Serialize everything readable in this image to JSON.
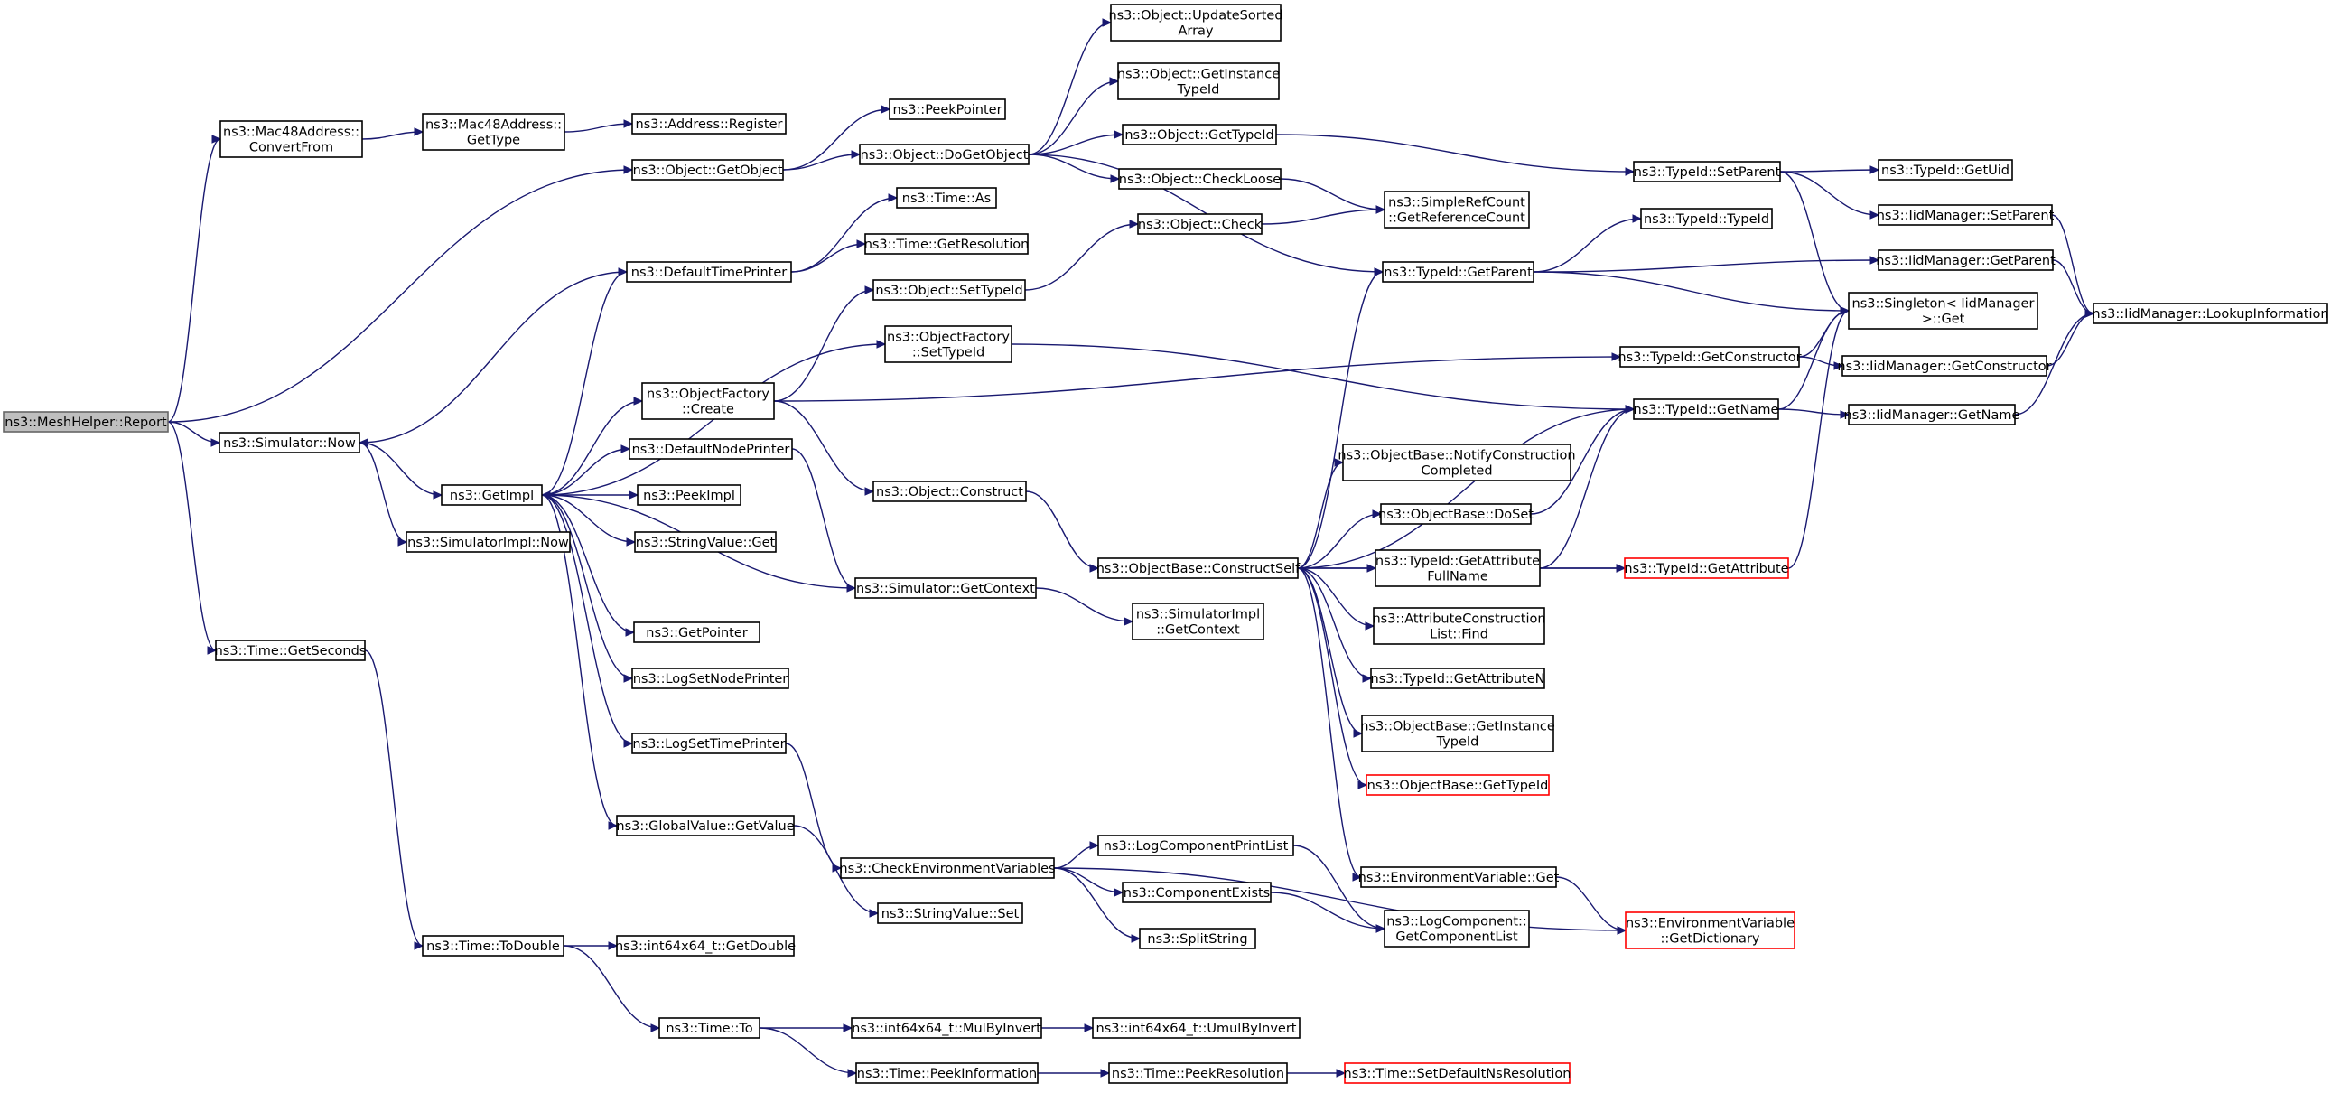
{
  "colors": {
    "edge": "#191970",
    "node_border": "#000000",
    "root_fill": "#bfbfbf",
    "root_border": "#666666",
    "missing_border": "#ff0000"
  },
  "nodes": [
    {
      "id": "report",
      "lines": [
        "ns3::MeshHelper::Report"
      ],
      "kind": "root"
    },
    {
      "id": "convertFrom",
      "lines": [
        "ns3::Mac48Address::",
        "ConvertFrom"
      ]
    },
    {
      "id": "mac48GetType",
      "lines": [
        "ns3::Mac48Address::",
        "GetType"
      ]
    },
    {
      "id": "addrRegister",
      "lines": [
        "ns3::Address::Register"
      ]
    },
    {
      "id": "getObject",
      "lines": [
        "ns3::Object::GetObject"
      ]
    },
    {
      "id": "peekPointer",
      "lines": [
        "ns3::PeekPointer"
      ]
    },
    {
      "id": "doGetObject",
      "lines": [
        "ns3::Object::DoGetObject"
      ]
    },
    {
      "id": "updateSorted",
      "lines": [
        "ns3::Object::UpdateSorted",
        "Array"
      ]
    },
    {
      "id": "objGetInstance",
      "lines": [
        "ns3::Object::GetInstance",
        "TypeId"
      ]
    },
    {
      "id": "objGetTypeId",
      "lines": [
        "ns3::Object::GetTypeId"
      ]
    },
    {
      "id": "checkLoose",
      "lines": [
        "ns3::Object::CheckLoose"
      ]
    },
    {
      "id": "simpleRef",
      "lines": [
        "ns3::SimpleRefCount",
        "::GetReferenceCount"
      ]
    },
    {
      "id": "objCheck",
      "lines": [
        "ns3::Object::Check"
      ]
    },
    {
      "id": "tidSetParent",
      "lines": [
        "ns3::TypeId::SetParent"
      ]
    },
    {
      "id": "tidGetUid",
      "lines": [
        "ns3::TypeId::GetUid"
      ]
    },
    {
      "id": "iidSetParent",
      "lines": [
        "ns3::IidManager::SetParent"
      ]
    },
    {
      "id": "tidTypeId",
      "lines": [
        "ns3::TypeId::TypeId"
      ]
    },
    {
      "id": "tidGetParent",
      "lines": [
        "ns3::TypeId::GetParent"
      ]
    },
    {
      "id": "iidGetParent",
      "lines": [
        "ns3::IidManager::GetParent"
      ]
    },
    {
      "id": "singletonGet",
      "lines": [
        "ns3::Singleton< IidManager",
        ">::Get"
      ]
    },
    {
      "id": "iidLookup",
      "lines": [
        "ns3::IidManager::LookupInformation"
      ]
    },
    {
      "id": "timeAs",
      "lines": [
        "ns3::Time::As"
      ]
    },
    {
      "id": "defaultTimePrinter",
      "lines": [
        "ns3::DefaultTimePrinter"
      ]
    },
    {
      "id": "timeGetResolution",
      "lines": [
        "ns3::Time::GetResolution"
      ]
    },
    {
      "id": "objSetTypeId",
      "lines": [
        "ns3::Object::SetTypeId"
      ]
    },
    {
      "id": "ofSetTypeId",
      "lines": [
        "ns3::ObjectFactory",
        "::SetTypeId"
      ]
    },
    {
      "id": "tidGetConstructor",
      "lines": [
        "ns3::TypeId::GetConstructor"
      ]
    },
    {
      "id": "iidGetConstructor",
      "lines": [
        "ns3::IidManager::GetConstructor"
      ]
    },
    {
      "id": "ofCreate",
      "lines": [
        "ns3::ObjectFactory",
        "::Create"
      ]
    },
    {
      "id": "tidGetName",
      "lines": [
        "ns3::TypeId::GetName"
      ]
    },
    {
      "id": "iidGetName",
      "lines": [
        "ns3::IidManager::GetName"
      ]
    },
    {
      "id": "simNow",
      "lines": [
        "ns3::Simulator::Now"
      ]
    },
    {
      "id": "defaultNodePrinter",
      "lines": [
        "ns3::DefaultNodePrinter"
      ]
    },
    {
      "id": "getImpl",
      "lines": [
        "ns3::GetImpl"
      ]
    },
    {
      "id": "peekImpl",
      "lines": [
        "ns3::PeekImpl"
      ]
    },
    {
      "id": "objConstruct",
      "lines": [
        "ns3::Object::Construct"
      ]
    },
    {
      "id": "obNotify",
      "lines": [
        "ns3::ObjectBase::NotifyConstruction",
        "Completed"
      ]
    },
    {
      "id": "simImplNow",
      "lines": [
        "ns3::SimulatorImpl::Now"
      ]
    },
    {
      "id": "stringValueGet",
      "lines": [
        "ns3::StringValue::Get"
      ]
    },
    {
      "id": "obDoSet",
      "lines": [
        "ns3::ObjectBase::DoSet"
      ]
    },
    {
      "id": "constructSelf",
      "lines": [
        "ns3::ObjectBase::ConstructSelf"
      ]
    },
    {
      "id": "tidGetAttrFull",
      "lines": [
        "ns3::TypeId::GetAttribute",
        "FullName"
      ]
    },
    {
      "id": "tidGetAttribute",
      "lines": [
        "ns3::TypeId::GetAttribute"
      ],
      "kind": "red"
    },
    {
      "id": "simGetContext",
      "lines": [
        "ns3::Simulator::GetContext"
      ]
    },
    {
      "id": "simImplGetContext",
      "lines": [
        "ns3::SimulatorImpl",
        "::GetContext"
      ]
    },
    {
      "id": "attrConstFind",
      "lines": [
        "ns3::AttributeConstruction",
        "List::Find"
      ]
    },
    {
      "id": "timeGetSeconds",
      "lines": [
        "ns3::Time::GetSeconds"
      ]
    },
    {
      "id": "getPointer",
      "lines": [
        "ns3::GetPointer"
      ]
    },
    {
      "id": "logSetNodePrinter",
      "lines": [
        "ns3::LogSetNodePrinter"
      ]
    },
    {
      "id": "tidGetAttrN",
      "lines": [
        "ns3::TypeId::GetAttributeN"
      ]
    },
    {
      "id": "logSetTimePrinter",
      "lines": [
        "ns3::LogSetTimePrinter"
      ]
    },
    {
      "id": "obGetInstance",
      "lines": [
        "ns3::ObjectBase::GetInstance",
        "TypeId"
      ]
    },
    {
      "id": "obGetTypeId",
      "lines": [
        "ns3::ObjectBase::GetTypeId"
      ],
      "kind": "red"
    },
    {
      "id": "gvGetValue",
      "lines": [
        "ns3::GlobalValue::GetValue"
      ]
    },
    {
      "id": "logCompPrintList",
      "lines": [
        "ns3::LogComponentPrintList"
      ]
    },
    {
      "id": "checkEnv",
      "lines": [
        "ns3::CheckEnvironmentVariables"
      ]
    },
    {
      "id": "envGet",
      "lines": [
        "ns3::EnvironmentVariable::Get"
      ]
    },
    {
      "id": "compExists",
      "lines": [
        "ns3::ComponentExists"
      ]
    },
    {
      "id": "logCompGetList",
      "lines": [
        "ns3::LogComponent::",
        "GetComponentList"
      ]
    },
    {
      "id": "envGetDict",
      "lines": [
        "ns3::EnvironmentVariable",
        "::GetDictionary"
      ],
      "kind": "red"
    },
    {
      "id": "stringValueSet",
      "lines": [
        "ns3::StringValue::Set"
      ]
    },
    {
      "id": "splitString",
      "lines": [
        "ns3::SplitString"
      ]
    },
    {
      "id": "timeToDouble",
      "lines": [
        "ns3::Time::ToDouble"
      ]
    },
    {
      "id": "intGetDouble",
      "lines": [
        "ns3::int64x64_t::GetDouble"
      ]
    },
    {
      "id": "timeTo",
      "lines": [
        "ns3::Time::To"
      ]
    },
    {
      "id": "mulByInvert",
      "lines": [
        "ns3::int64x64_t::MulByInvert"
      ]
    },
    {
      "id": "umulByInvert",
      "lines": [
        "ns3::int64x64_t::UmulByInvert"
      ]
    },
    {
      "id": "peekInformation",
      "lines": [
        "ns3::Time::PeekInformation"
      ]
    },
    {
      "id": "peekResolution",
      "lines": [
        "ns3::Time::PeekResolution"
      ]
    },
    {
      "id": "setDefaultNs",
      "lines": [
        "ns3::Time::SetDefaultNsResolution"
      ],
      "kind": "red"
    }
  ],
  "edges": [
    [
      "report",
      "convertFrom"
    ],
    [
      "report",
      "getObject"
    ],
    [
      "report",
      "simNow"
    ],
    [
      "report",
      "timeGetSeconds"
    ],
    [
      "convertFrom",
      "mac48GetType"
    ],
    [
      "mac48GetType",
      "addrRegister"
    ],
    [
      "getObject",
      "peekPointer"
    ],
    [
      "getObject",
      "doGetObject"
    ],
    [
      "doGetObject",
      "updateSorted"
    ],
    [
      "doGetObject",
      "objGetInstance"
    ],
    [
      "doGetObject",
      "objGetTypeId"
    ],
    [
      "doGetObject",
      "checkLoose"
    ],
    [
      "doGetObject",
      "tidGetParent"
    ],
    [
      "objGetTypeId",
      "tidSetParent"
    ],
    [
      "checkLoose",
      "simpleRef"
    ],
    [
      "objCheck",
      "simpleRef"
    ],
    [
      "tidSetParent",
      "tidGetUid"
    ],
    [
      "tidSetParent",
      "iidSetParent"
    ],
    [
      "tidSetParent",
      "singletonGet"
    ],
    [
      "iidSetParent",
      "iidLookup"
    ],
    [
      "tidGetParent",
      "tidTypeId"
    ],
    [
      "tidGetParent",
      "iidGetParent"
    ],
    [
      "tidGetParent",
      "singletonGet"
    ],
    [
      "iidGetParent",
      "iidLookup"
    ],
    [
      "defaultTimePrinter",
      "timeAs"
    ],
    [
      "defaultTimePrinter",
      "timeGetResolution"
    ],
    [
      "defaultTimePrinter",
      "simNow"
    ],
    [
      "objSetTypeId",
      "objCheck"
    ],
    [
      "ofSetTypeId",
      "tidGetName"
    ],
    [
      "ofCreate",
      "objSetTypeId"
    ],
    [
      "ofCreate",
      "tidGetConstructor"
    ],
    [
      "ofCreate",
      "objConstruct"
    ],
    [
      "tidGetConstructor",
      "singletonGet"
    ],
    [
      "tidGetConstructor",
      "iidGetConstructor"
    ],
    [
      "iidGetConstructor",
      "iidLookup"
    ],
    [
      "tidGetName",
      "singletonGet"
    ],
    [
      "tidGetName",
      "iidGetName"
    ],
    [
      "iidGetName",
      "iidLookup"
    ],
    [
      "simNow",
      "getImpl"
    ],
    [
      "simNow",
      "simImplNow"
    ],
    [
      "getImpl",
      "defaultTimePrinter"
    ],
    [
      "getImpl",
      "ofSetTypeId"
    ],
    [
      "getImpl",
      "ofCreate"
    ],
    [
      "getImpl",
      "defaultNodePrinter"
    ],
    [
      "getImpl",
      "peekImpl"
    ],
    [
      "getImpl",
      "stringValueGet"
    ],
    [
      "getImpl",
      "getPointer"
    ],
    [
      "getImpl",
      "logSetNodePrinter"
    ],
    [
      "getImpl",
      "logSetTimePrinter"
    ],
    [
      "getImpl",
      "gvGetValue"
    ],
    [
      "defaultNodePrinter",
      "simGetContext"
    ],
    [
      "simGetContext",
      "getImpl"
    ],
    [
      "simGetContext",
      "simImplGetContext"
    ],
    [
      "objConstruct",
      "constructSelf"
    ],
    [
      "constructSelf",
      "tidGetParent"
    ],
    [
      "constructSelf",
      "tidGetName"
    ],
    [
      "constructSelf",
      "obNotify"
    ],
    [
      "constructSelf",
      "obDoSet"
    ],
    [
      "constructSelf",
      "tidGetAttrFull"
    ],
    [
      "constructSelf",
      "tidGetAttribute"
    ],
    [
      "constructSelf",
      "attrConstFind"
    ],
    [
      "constructSelf",
      "tidGetAttrN"
    ],
    [
      "constructSelf",
      "obGetInstance"
    ],
    [
      "constructSelf",
      "obGetTypeId"
    ],
    [
      "constructSelf",
      "envGet"
    ],
    [
      "obDoSet",
      "tidGetName"
    ],
    [
      "tidGetAttrFull",
      "tidGetName"
    ],
    [
      "tidGetAttrFull",
      "tidGetAttribute"
    ],
    [
      "tidGetAttribute",
      "singletonGet"
    ],
    [
      "logSetTimePrinter",
      "checkEnv"
    ],
    [
      "gvGetValue",
      "stringValueSet"
    ],
    [
      "checkEnv",
      "logCompPrintList"
    ],
    [
      "checkEnv",
      "compExists"
    ],
    [
      "checkEnv",
      "splitString"
    ],
    [
      "checkEnv",
      "envGetDict"
    ],
    [
      "logCompPrintList",
      "logCompGetList"
    ],
    [
      "compExists",
      "logCompGetList"
    ],
    [
      "envGet",
      "envGetDict"
    ],
    [
      "timeGetSeconds",
      "timeToDouble"
    ],
    [
      "timeToDouble",
      "intGetDouble"
    ],
    [
      "timeToDouble",
      "timeTo"
    ],
    [
      "timeTo",
      "mulByInvert"
    ],
    [
      "timeTo",
      "peekInformation"
    ],
    [
      "mulByInvert",
      "umulByInvert"
    ],
    [
      "peekInformation",
      "peekResolution"
    ],
    [
      "peekResolution",
      "setDefaultNs"
    ]
  ]
}
